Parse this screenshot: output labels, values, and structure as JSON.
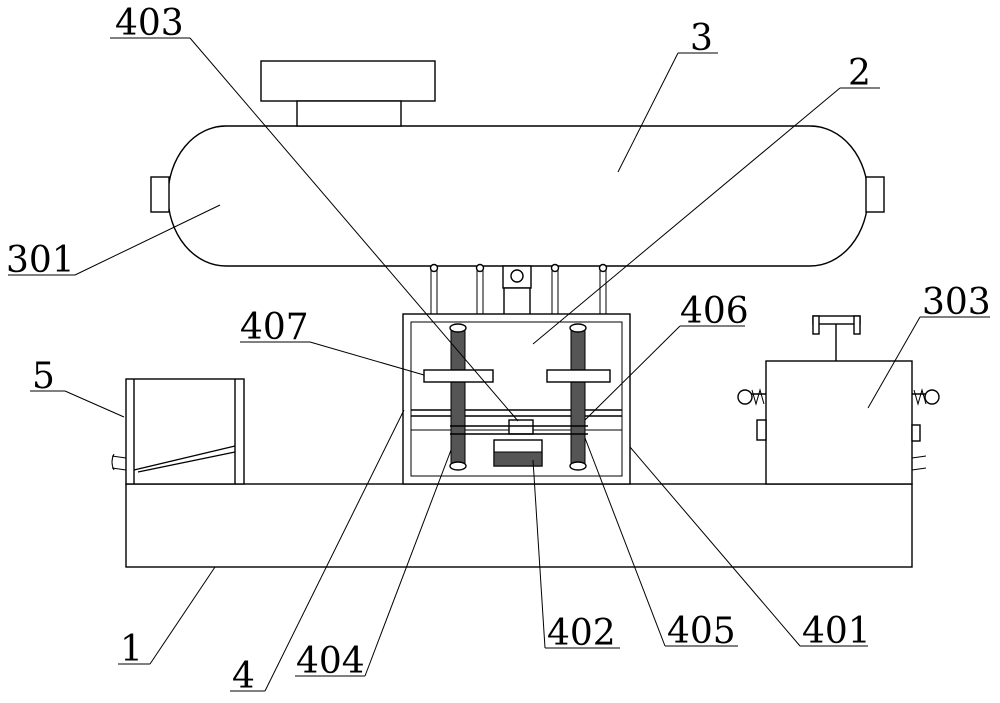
{
  "labels": {
    "l403": "403",
    "l3": "3",
    "l2": "2",
    "l301": "301",
    "l407": "407",
    "l406": "406",
    "l303": "303",
    "l5": "5",
    "l1": "1",
    "l4": "4",
    "l404": "404",
    "l402": "402",
    "l405": "405",
    "l401": "401"
  }
}
